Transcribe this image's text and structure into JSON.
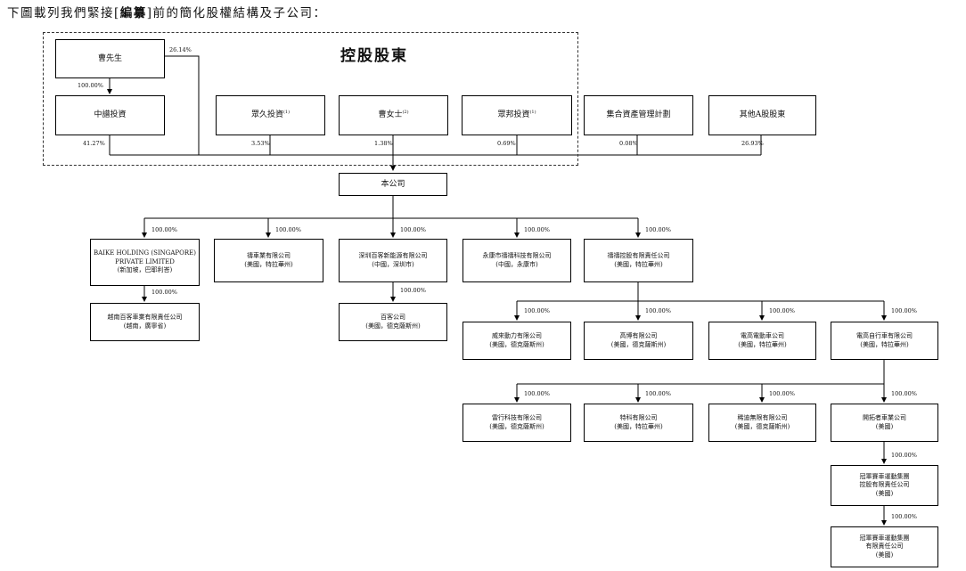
{
  "intro": {
    "before": "下圖載列我們緊接[",
    "bold": "編纂",
    "after": "]前的簡化股權結構及子公司："
  },
  "group_title": "控股股東",
  "shareholders": {
    "cao_mr": "曹先生",
    "zhongpu": "中譜投資",
    "zhongjiu": "眾久投資",
    "zhongjiu_note": "(1)",
    "cao_ms": "曹女士",
    "cao_ms_note": "(2)",
    "zhongbang": "眾邦投資",
    "zhongbang_note": "(1)",
    "collective": "集合資產管理計劃",
    "other_a": "其他A股股東"
  },
  "company": "本公司",
  "subsidiaries": {
    "baike_sg": "BAIKE HOLDING (SINGAPORE)\nPRIVATE LIMITED\n(新加坡，巴耶利峇)",
    "vn": "越南百客車業有限責任公司\n(越南，廣寧省)",
    "ya": "禱車業有限公司\n(美國，特拉華州)",
    "szbk": "深圳百客新能源有限公司\n(中國，深圳市)",
    "baike_us": "百客公司\n(美國，德克薩斯州)",
    "yk": "永康市禱禱科技有限公司\n(中國，永康市)",
    "ya_hold": "禱禱控股有限責任公司\n(美國，特拉華州)",
    "weilai": "威來動力有限公司\n(美國，德克薩斯州)",
    "gaobo": "高博有限公司\n(美國，德克薩斯州)",
    "emoto": "電高電動車公司\n(美國，特拉華州)",
    "ebike": "電高自行車有限公司\n(美國，特拉華州)",
    "leixing": "雷行科技有限公司\n(美國，德克薩斯州)",
    "teke": "特科有限公司\n(美國，特拉華州)",
    "lianchuang": "稀迪無限有限公司\n(美國，德克薩斯州)",
    "pioneer": "開拓者車業公司\n(美國)",
    "champ_hold": "冠軍賽車運動集團\n控股有限責任公司\n(美國)",
    "champ": "冠軍賽車運動集團\n有限責任公司\n(美國)"
  },
  "percentages": {
    "cao_to_zhongpu": "100.00%",
    "cao_direct": "26.14%",
    "zhongpu": "41.27%",
    "zhongjiu": "3.53%",
    "cao_ms": "1.38%",
    "zhongbang": "0.69%",
    "collective": "0.08%",
    "other_a": "26.93%",
    "full": "100.00%"
  }
}
